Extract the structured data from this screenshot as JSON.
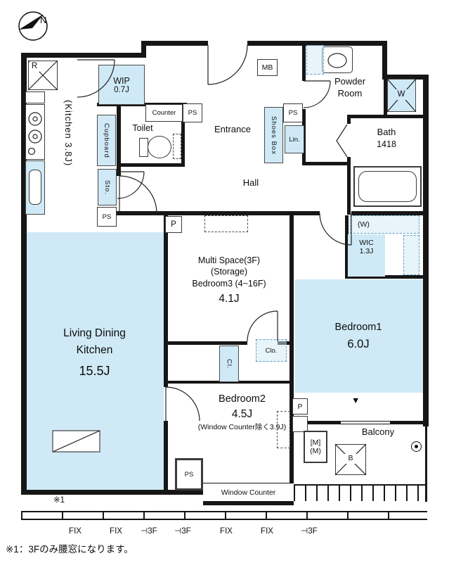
{
  "compass": {
    "north_label": "N"
  },
  "rooms": {
    "kitchen_label": "(Kitchen 3.8J)",
    "wip_label": "WIP",
    "wip_size": "0.7J",
    "counter_label": "Counter",
    "ps_label": "PS",
    "toilet_label": "Toilet",
    "entrance_label": "Entrance",
    "shoes_box_label": "Shoes Box",
    "lin_label": "Lin.",
    "mb_label": "MB",
    "powder_line1": "Powder",
    "powder_line2": "Room",
    "washer_label": "W",
    "bath_label": "Bath",
    "bath_size": "1418",
    "hall_label": "Hall",
    "sto_label": "Sto.",
    "cupboard_label": "Cupboard",
    "fridge_label": "R",
    "multi_line1": "Multi Space(3F)",
    "multi_line2": "(Storage)",
    "multi_line3": "Bedroom3 (4~16F)",
    "multi_size": "4.1J",
    "wic_label": "WIC",
    "wic_size": "1.3J",
    "wic_w_label": "(W)",
    "bedroom1_label": "Bedroom1",
    "bedroom1_size": "6.0J",
    "ldk_line1": "Living Dining",
    "ldk_line2": "Kitchen",
    "ldk_size": "15.5J",
    "cl_label": "Cl.",
    "clo_label": "Clo.",
    "bedroom2_label": "Bedroom2",
    "bedroom2_size": "4.5J",
    "bedroom2_note": "(Window Counter除く3.9J)",
    "p_label": "P",
    "balcony_label": "Balcony",
    "meter_line1": "[M]",
    "meter_line2": "(M)",
    "b_label": "B",
    "window_counter_label": "Window Counter"
  },
  "markers": {
    "note_ref": "※1",
    "window_marker": "▼"
  },
  "bottom_windows": [
    {
      "label": "FIX"
    },
    {
      "label": "FIX"
    },
    {
      "label": "⊣3F"
    },
    {
      "label": "⊣3F"
    },
    {
      "label": "FIX"
    },
    {
      "label": "FIX"
    },
    {
      "label": "⊣3F"
    }
  ],
  "footnote": "※1：3Fのみ腰窓になります。",
  "colors": {
    "room_fill": "#cfe9f6",
    "wall": "#161616",
    "dash_accent": "#5e9fc2"
  }
}
